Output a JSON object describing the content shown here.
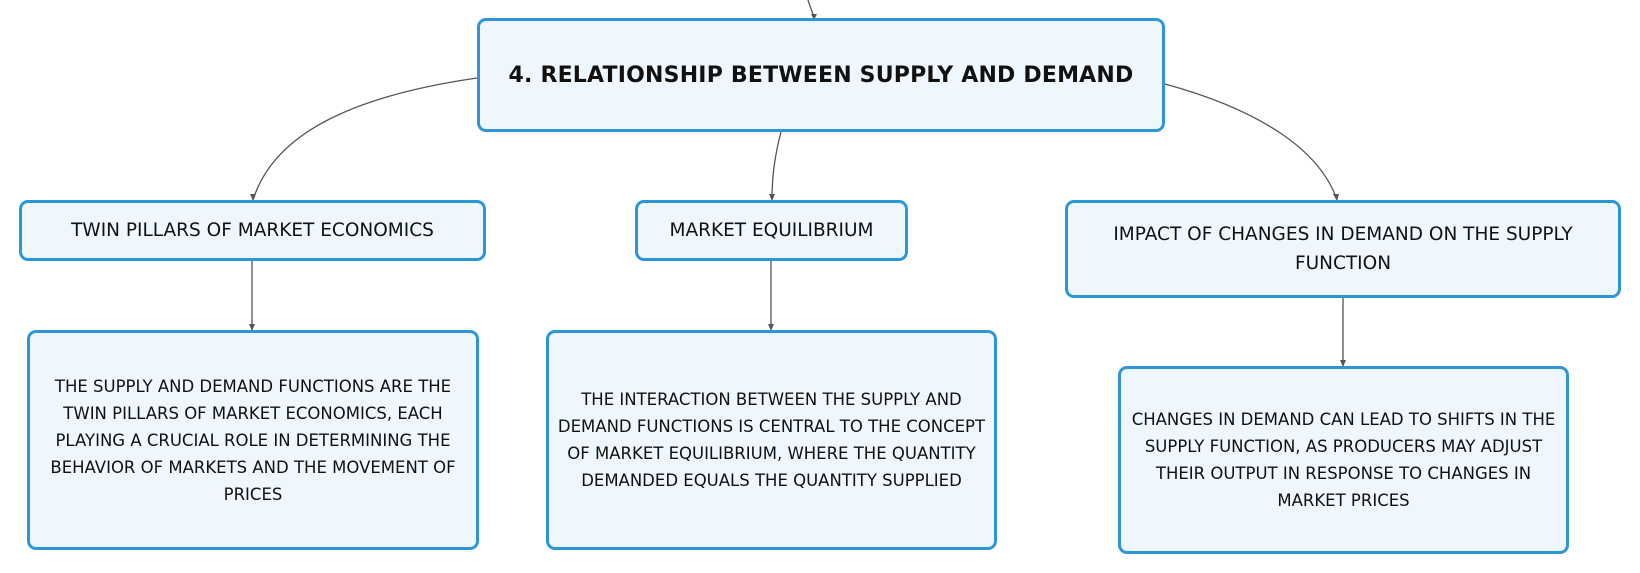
{
  "diagram": {
    "root": {
      "title": "4. RELATIONSHIP BETWEEN SUPPLY AND DEMAND"
    },
    "topics": [
      {
        "label": "TWIN PILLARS OF MARKET ECONOMICS",
        "detail": "THE SUPPLY AND DEMAND FUNCTIONS ARE THE TWIN PILLARS OF MARKET ECONOMICS, EACH PLAYING A CRUCIAL ROLE IN DETERMINING THE BEHAVIOR OF MARKETS AND THE MOVEMENT OF PRICES"
      },
      {
        "label": "MARKET EQUILIBRIUM",
        "detail": "THE INTERACTION BETWEEN THE SUPPLY AND DEMAND FUNCTIONS IS CENTRAL TO THE CONCEPT OF MARKET EQUILIBRIUM, WHERE THE QUANTITY DEMANDED EQUALS THE QUANTITY SUPPLIED"
      },
      {
        "label": "IMPACT OF CHANGES IN DEMAND ON THE SUPPLY FUNCTION",
        "detail": "CHANGES IN DEMAND CAN LEAD TO SHIFTS IN THE SUPPLY FUNCTION, AS PRODUCERS MAY ADJUST THEIR OUTPUT IN RESPONSE TO CHANGES IN MARKET PRICES"
      }
    ]
  },
  "colors": {
    "node_fill": "#eef7fd",
    "node_border": "#2e96d6",
    "connector": "#555555",
    "text": "#111111"
  }
}
